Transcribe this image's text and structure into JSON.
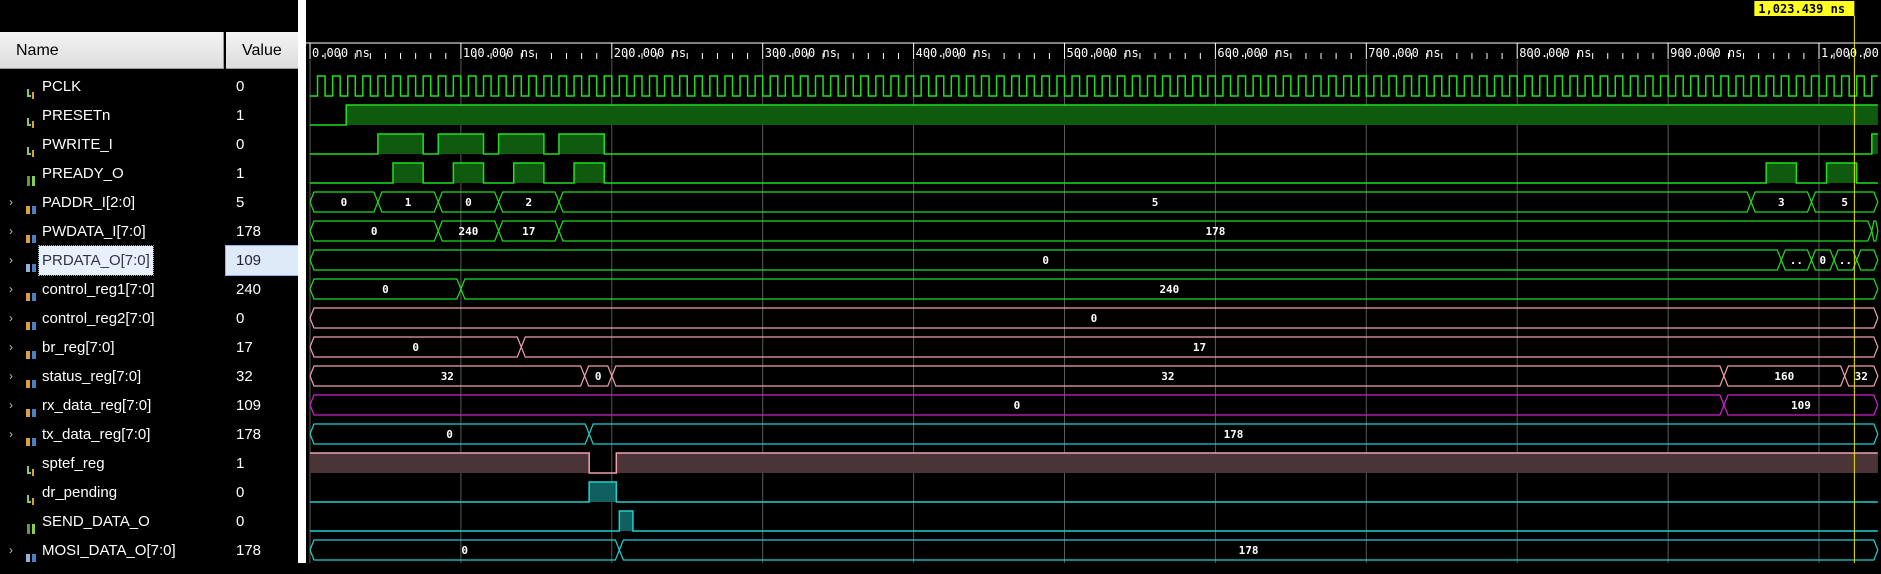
{
  "header": {
    "name_label": "Name",
    "value_label": "Value"
  },
  "cursor": {
    "label": "1,023.439 ns",
    "time_ns": 1023.439
  },
  "timeline": {
    "range_ns": [
      0,
      1039
    ],
    "ticks": [
      {
        "t": 0,
        "label": "0.000 ns"
      },
      {
        "t": 100,
        "label": "100.000 ns"
      },
      {
        "t": 200,
        "label": "200.000 ns"
      },
      {
        "t": 300,
        "label": "300.000 ns"
      },
      {
        "t": 400,
        "label": "400.000 ns"
      },
      {
        "t": 500,
        "label": "500.000 ns"
      },
      {
        "t": 600,
        "label": "600.000 ns"
      },
      {
        "t": 700,
        "label": "700.000 ns"
      },
      {
        "t": 800,
        "label": "800.000 ns"
      },
      {
        "t": 900,
        "label": "900.000 ns"
      },
      {
        "t": 1000,
        "label": "1,000.00"
      }
    ]
  },
  "colors": {
    "green": "#1ee01e",
    "green_fill": "#0f5a0f",
    "pink": "#f0a0b0",
    "pink_fill": "#4a3438",
    "magenta": "#d020d0",
    "cyan": "#20d0d0",
    "cyan_fill": "#116060",
    "cursor": "#e8e800",
    "grid": "#5a5a5a"
  },
  "signals": [
    {
      "name": "PCLK",
      "value": "0",
      "kind": "clock",
      "icon": "input-bit-icon",
      "color": "green",
      "period": 5
    },
    {
      "name": "PRESETn",
      "value": "1",
      "kind": "bit",
      "icon": "input-bit-icon",
      "color": "green",
      "init": 0,
      "edges": [
        [
          24,
          1
        ]
      ]
    },
    {
      "name": "PWRITE_I",
      "value": "0",
      "kind": "bit",
      "icon": "input-bit-icon",
      "color": "green",
      "init": 0,
      "edges": [
        [
          45,
          1
        ],
        [
          75,
          0
        ],
        [
          85,
          1
        ],
        [
          115,
          0
        ],
        [
          125,
          1
        ],
        [
          155,
          0
        ],
        [
          165,
          1
        ],
        [
          195,
          0
        ],
        [
          1035,
          1
        ]
      ]
    },
    {
      "name": "PREADY_O",
      "value": "1",
      "kind": "bit",
      "icon": "output-bit-icon",
      "color": "green",
      "init": 0,
      "edges": [
        [
          55,
          1
        ],
        [
          75,
          0
        ],
        [
          95,
          1
        ],
        [
          115,
          0
        ],
        [
          135,
          1
        ],
        [
          155,
          0
        ],
        [
          175,
          1
        ],
        [
          195,
          0
        ],
        [
          965,
          1
        ],
        [
          985,
          0
        ],
        [
          1005,
          1
        ],
        [
          1025,
          0
        ]
      ]
    },
    {
      "name": "PADDR_I[2:0]",
      "value": "5",
      "kind": "bus",
      "icon": "bus-icon",
      "color": "green",
      "expandable": true,
      "segs": [
        [
          0,
          45,
          "0"
        ],
        [
          45,
          85,
          "1"
        ],
        [
          85,
          125,
          "0"
        ],
        [
          125,
          165,
          "2"
        ],
        [
          165,
          955,
          "5"
        ],
        [
          955,
          995,
          "3"
        ],
        [
          995,
          1039,
          "5"
        ]
      ]
    },
    {
      "name": "PWDATA_I[7:0]",
      "value": "178",
      "kind": "bus",
      "icon": "bus-icon",
      "color": "green",
      "expandable": true,
      "segs": [
        [
          0,
          85,
          "0"
        ],
        [
          85,
          125,
          "240"
        ],
        [
          125,
          165,
          "17"
        ],
        [
          165,
          1035,
          "178"
        ],
        [
          1035,
          1039,
          ""
        ]
      ]
    },
    {
      "name": "PRDATA_O[7:0]",
      "value": "109",
      "kind": "bus",
      "icon": "bus-out-icon",
      "color": "green",
      "expandable": true,
      "selected": true,
      "segs": [
        [
          0,
          975,
          "0"
        ],
        [
          975,
          995,
          ".."
        ],
        [
          995,
          1010,
          "0"
        ],
        [
          1010,
          1025,
          ".."
        ],
        [
          1025,
          1039,
          ""
        ]
      ]
    },
    {
      "name": "control_reg1[7:0]",
      "value": "240",
      "kind": "bus",
      "icon": "bus-icon",
      "color": "green",
      "expandable": true,
      "segs": [
        [
          0,
          100,
          "0"
        ],
        [
          100,
          1039,
          "240"
        ]
      ]
    },
    {
      "name": "control_reg2[7:0]",
      "value": "0",
      "kind": "bus",
      "icon": "bus-icon",
      "color": "pink",
      "expandable": true,
      "segs": [
        [
          0,
          1039,
          "0"
        ]
      ]
    },
    {
      "name": "br_reg[7:0]",
      "value": "17",
      "kind": "bus",
      "icon": "bus-icon",
      "color": "pink",
      "expandable": true,
      "segs": [
        [
          0,
          140,
          "0"
        ],
        [
          140,
          1039,
          "17"
        ]
      ]
    },
    {
      "name": "status_reg[7:0]",
      "value": "32",
      "kind": "bus",
      "icon": "bus-icon",
      "color": "pink",
      "expandable": true,
      "segs": [
        [
          0,
          182,
          "32"
        ],
        [
          182,
          200,
          "0"
        ],
        [
          200,
          937,
          "32"
        ],
        [
          937,
          1017,
          "160"
        ],
        [
          1017,
          1039,
          "32"
        ]
      ]
    },
    {
      "name": "rx_data_reg[7:0]",
      "value": "109",
      "kind": "bus",
      "icon": "bus-icon",
      "color": "magenta",
      "expandable": true,
      "segs": [
        [
          0,
          937,
          "0"
        ],
        [
          937,
          1039,
          "109"
        ]
      ]
    },
    {
      "name": "tx_data_reg[7:0]",
      "value": "178",
      "kind": "bus",
      "icon": "bus-icon",
      "color": "cyan",
      "expandable": true,
      "segs": [
        [
          0,
          185,
          "0"
        ],
        [
          185,
          1039,
          "178"
        ]
      ]
    },
    {
      "name": "sptef_reg",
      "value": "1",
      "kind": "bit",
      "icon": "input-bit-icon",
      "color": "pink",
      "init": 1,
      "edges": [
        [
          185,
          0
        ],
        [
          203,
          1
        ]
      ]
    },
    {
      "name": "dr_pending",
      "value": "0",
      "kind": "bit",
      "icon": "input-bit-icon",
      "color": "cyan",
      "init": 0,
      "edges": [
        [
          185,
          1
        ],
        [
          203,
          0
        ]
      ]
    },
    {
      "name": "SEND_DATA_O",
      "value": "0",
      "kind": "bit",
      "icon": "output-bit-icon",
      "color": "cyan",
      "init": 0,
      "edges": [
        [
          205,
          1
        ],
        [
          214,
          0
        ]
      ]
    },
    {
      "name": "MOSI_DATA_O[7:0]",
      "value": "178",
      "kind": "bus",
      "icon": "bus-out-icon",
      "color": "cyan",
      "expandable": true,
      "segs": [
        [
          0,
          205,
          "0"
        ],
        [
          205,
          1039,
          "178"
        ]
      ]
    }
  ]
}
